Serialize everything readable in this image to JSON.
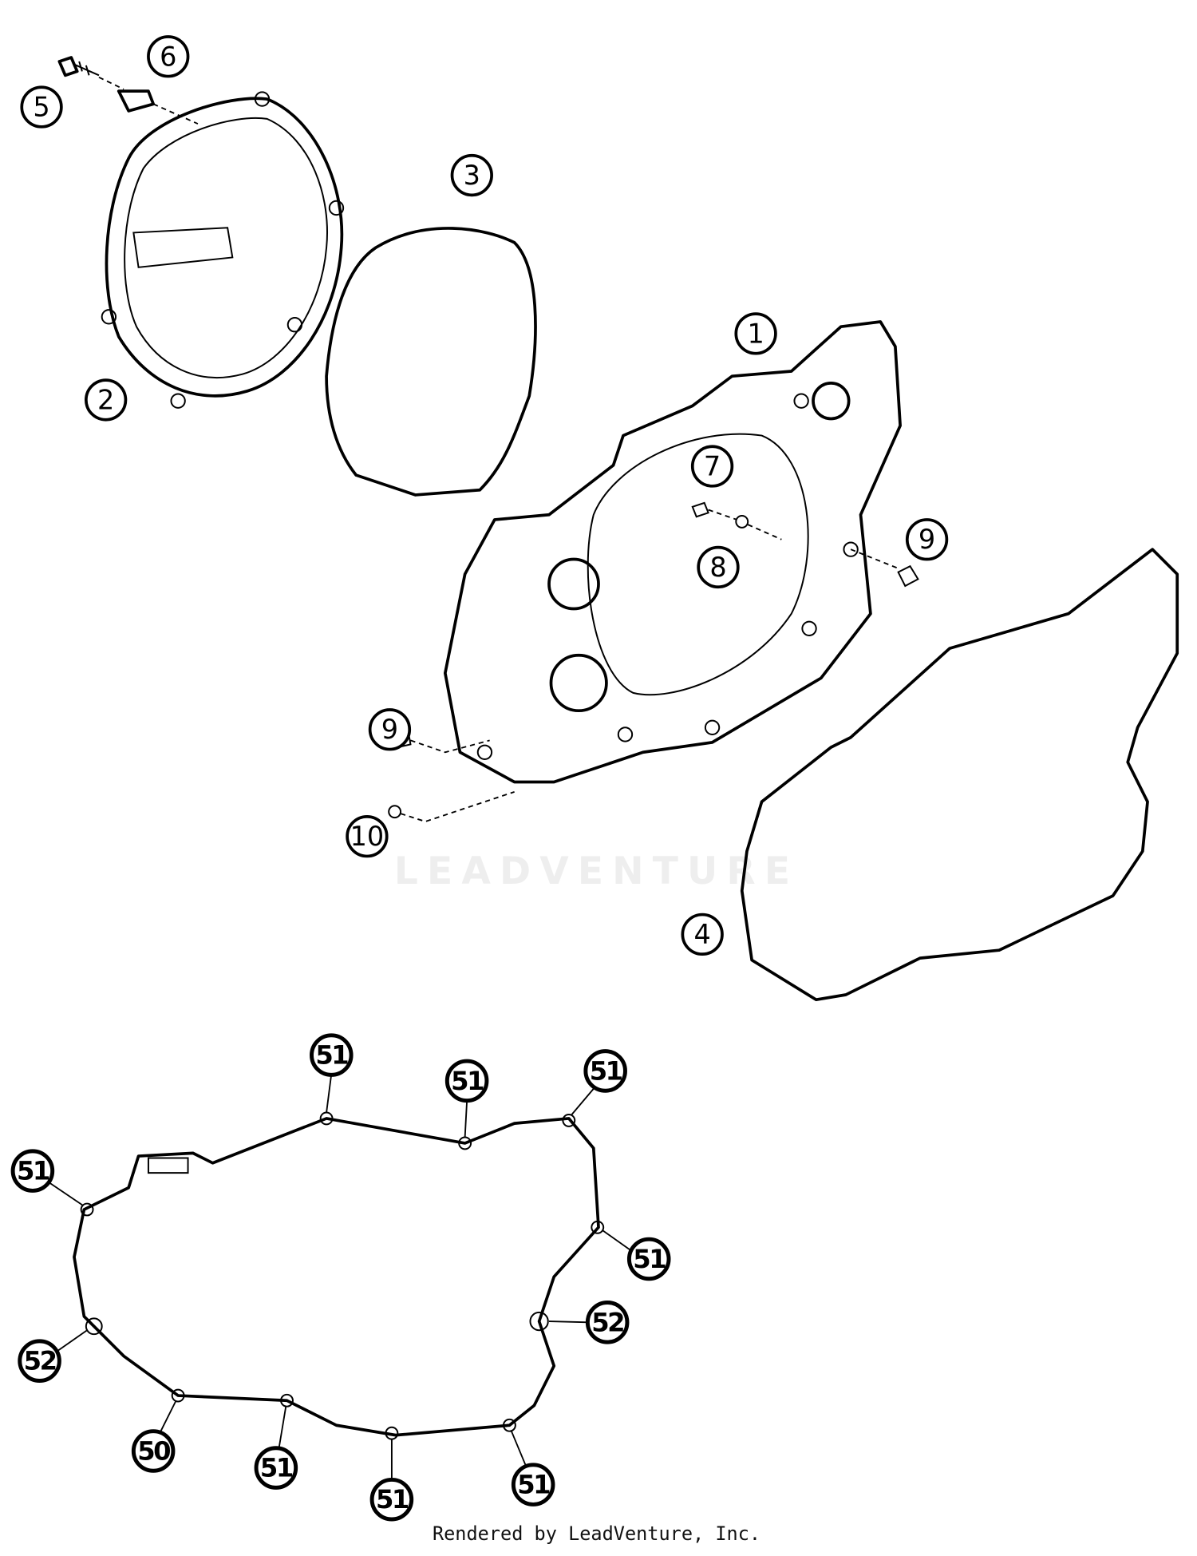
{
  "diagram": {
    "watermark": "LEADVENTURE",
    "footer": "Rendered by LeadVenture, Inc.",
    "callouts_upper": [
      "1",
      "2",
      "3",
      "4",
      "5",
      "6",
      "7",
      "8",
      "9",
      "9",
      "10"
    ],
    "callouts_lower": [
      "51",
      "51",
      "51",
      "51",
      "51",
      "52",
      "52",
      "50",
      "51",
      "51",
      "51"
    ]
  }
}
